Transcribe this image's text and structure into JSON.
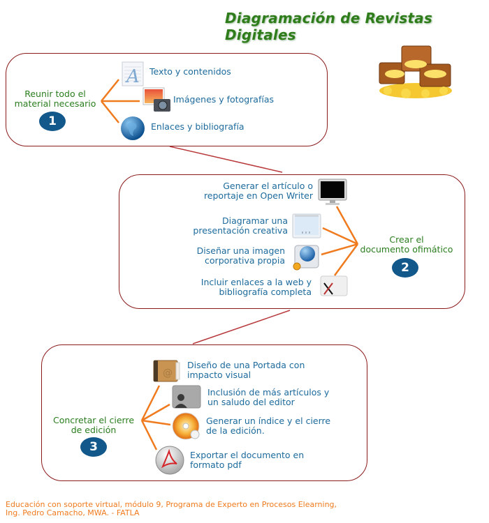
{
  "title": "Diagramación de Revistas Digitales",
  "decoration": {
    "icon": "treasure-chests-icon"
  },
  "steps": [
    {
      "number": "1",
      "label_line1": "Reunir todo el",
      "label_line2": "material necesario",
      "items": [
        {
          "icon": "text-document-icon",
          "line1": "Texto y contenidos"
        },
        {
          "icon": "photos-camera-icon",
          "line1": "Imágenes y fotografías"
        },
        {
          "icon": "globe-icon",
          "line1": "Enlaces y bibliografía"
        }
      ]
    },
    {
      "number": "2",
      "label_line1": "Crear el",
      "label_line2": "documento ofimático",
      "items": [
        {
          "icon": "monitor-icon",
          "line1": "Generar el artículo o",
          "line2": "reportaje en Open Writer"
        },
        {
          "icon": "presentation-window-icon",
          "line1": "Diagramar una",
          "line2": "presentación creativa"
        },
        {
          "icon": "drive-globe-icon",
          "line1": "Diseñar una imagen",
          "line2": "corporativa propia"
        },
        {
          "icon": "drawing-tools-icon",
          "line1": "Incluir enlaces a la web y",
          "line2": "bibliografía completa"
        }
      ]
    },
    {
      "number": "3",
      "label_line1": "Concretar el cierre",
      "label_line2": "de edición",
      "items": [
        {
          "icon": "address-book-icon",
          "line1": "Diseño de una Portada con",
          "line2": "impacto visual"
        },
        {
          "icon": "user-folder-icon",
          "line1": "Inclusión de más artículos y",
          "line2": "un saludo del editor"
        },
        {
          "icon": "disc-burn-icon",
          "line1": "Generar un índice y el cierre",
          "line2": "de la edición."
        },
        {
          "icon": "pdf-acrobat-icon",
          "line1": "Exportar el documento en",
          "line2": "formato pdf"
        }
      ]
    }
  ],
  "footer": {
    "line1": "Educación con soporte virtual, módulo 9, Programa de Experto en Procesos Elearning,",
    "line2": "Ing. Pedro Camacho, MWA. - FATLA"
  },
  "colors": {
    "title": "#2e7d1a",
    "box_border": "#8b1a1a",
    "connector": "#f07a1e",
    "item_text": "#1c6a9c",
    "label_text": "#2a7d1e",
    "badge": "#13588a",
    "footer": "#f07a1e"
  }
}
